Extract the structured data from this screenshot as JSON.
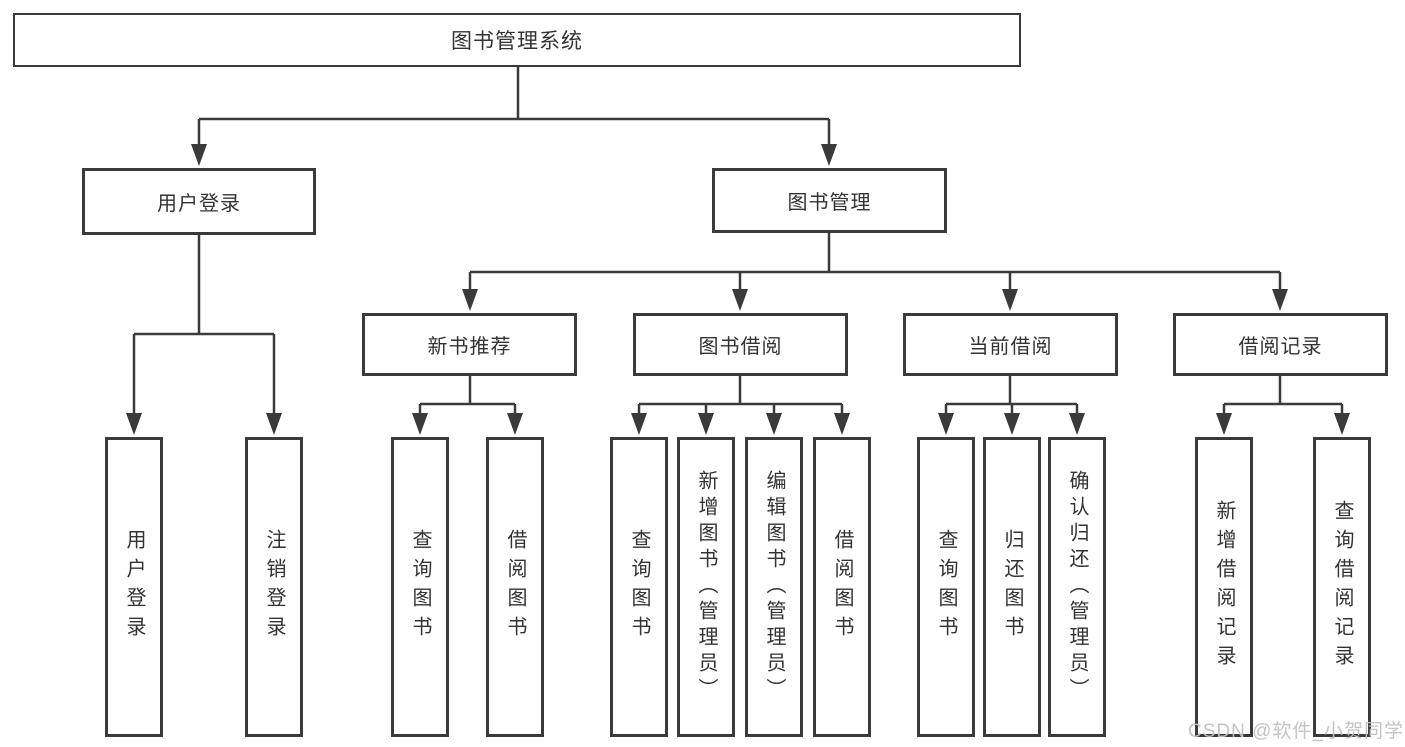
{
  "tree": {
    "label": "图书管理系统",
    "children": [
      {
        "label": "用户登录",
        "children": [
          {
            "label": "用户登录"
          },
          {
            "label": "注销登录"
          }
        ]
      },
      {
        "label": "图书管理",
        "children": [
          {
            "label": "新书推荐",
            "children": [
              {
                "label": "查询图书"
              },
              {
                "label": "借阅图书"
              }
            ]
          },
          {
            "label": "图书借阅",
            "children": [
              {
                "label": "查询图书"
              },
              {
                "label": "新增图书（管理员）"
              },
              {
                "label": "编辑图书（管理员）"
              },
              {
                "label": "借阅图书"
              }
            ]
          },
          {
            "label": "当前借阅",
            "children": [
              {
                "label": "查询图书"
              },
              {
                "label": "归还图书"
              },
              {
                "label": "确认归还（管理员）"
              }
            ]
          },
          {
            "label": "借阅记录",
            "children": [
              {
                "label": "新增借阅记录"
              },
              {
                "label": "查询借阅记录"
              }
            ]
          }
        ]
      }
    ]
  },
  "watermark": {
    "text": "CSDN @软件_小贺同学"
  },
  "colors": {
    "line": "#3a3a3a",
    "box_border": "#3a3a3a",
    "text": "#333333",
    "background": "#ffffff",
    "watermark": "#c1c1c1"
  }
}
